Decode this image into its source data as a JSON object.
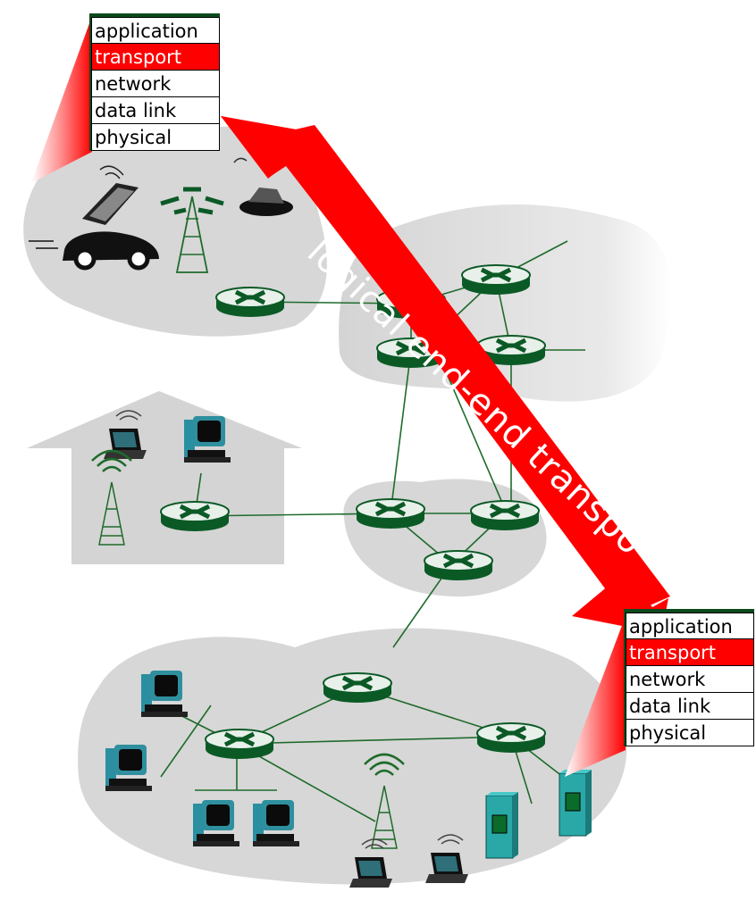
{
  "banner": {
    "label": "logical end-end transpo"
  },
  "stack_top_left": {
    "layers": [
      "application",
      "transport",
      "network",
      "data link",
      "physical"
    ],
    "highlighted": "transport"
  },
  "stack_bottom_right": {
    "layers": [
      "application",
      "transport",
      "network",
      "data link",
      "physical"
    ],
    "highlighted": "transport"
  },
  "colors": {
    "highlight": "#ff0000",
    "router": "#0b5a26",
    "cloud": "#d6d6d6",
    "link": "#1f6b2b"
  }
}
